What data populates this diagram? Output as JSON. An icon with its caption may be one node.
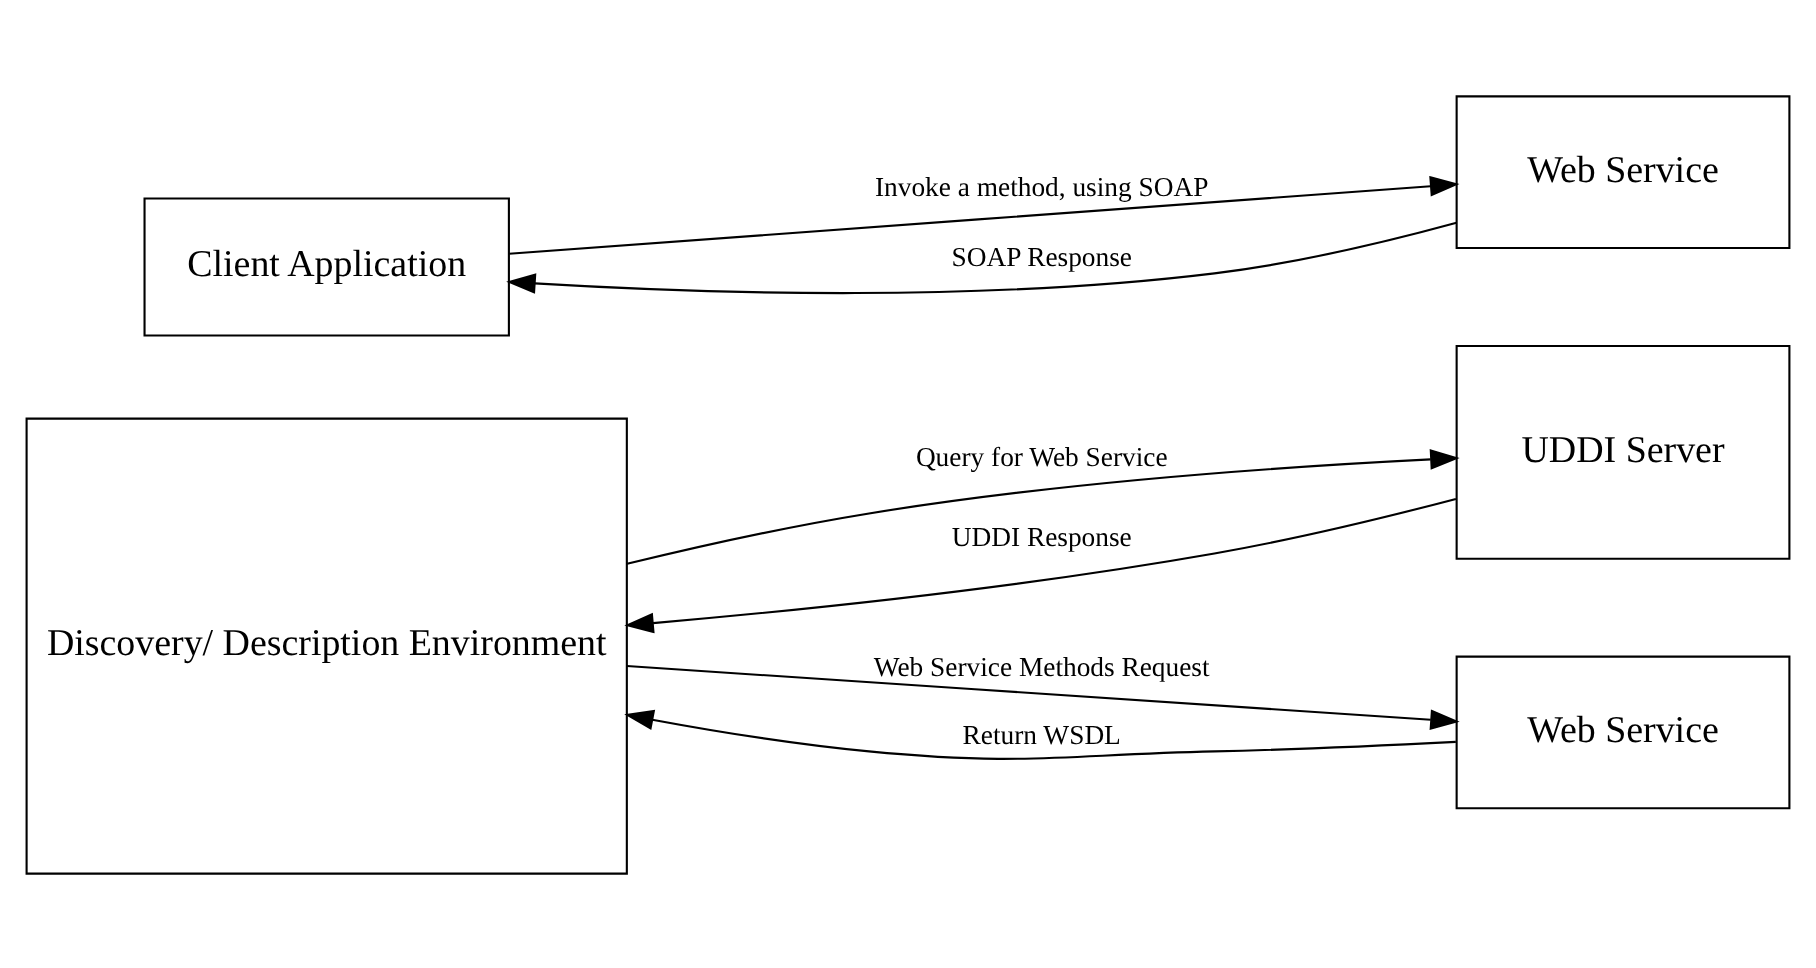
{
  "diagram": {
    "nodes": [
      {
        "text": [
          "Discovery/ Description Environment"
        ]
      },
      {
        "text": [
          "UDDI Server"
        ]
      },
      {
        "text": [
          "Web Service"
        ]
      },
      {
        "text": [
          "Client Application"
        ]
      },
      {
        "text": [
          "Web Service"
        ]
      }
    ],
    "edges": [
      {
        "from": 0,
        "to": 1,
        "arrow": "to",
        "label": "Query for Web Service"
      },
      {
        "from": 1,
        "to": 0,
        "arrow": "to",
        "label": "UDDI Response"
      },
      {
        "from": 0,
        "to": 2,
        "arrow": "to",
        "label": "Web Service Methods Request"
      },
      {
        "from": 2,
        "to": 0,
        "arrow": "to",
        "label": "Return WSDL"
      },
      {
        "from": 3,
        "to": 4,
        "arrow": "to",
        "label": "Invoke a method, using SOAP"
      },
      {
        "from": 4,
        "to": 3,
        "arrow": "to",
        "label": "SOAP Response"
      }
    ]
  }
}
